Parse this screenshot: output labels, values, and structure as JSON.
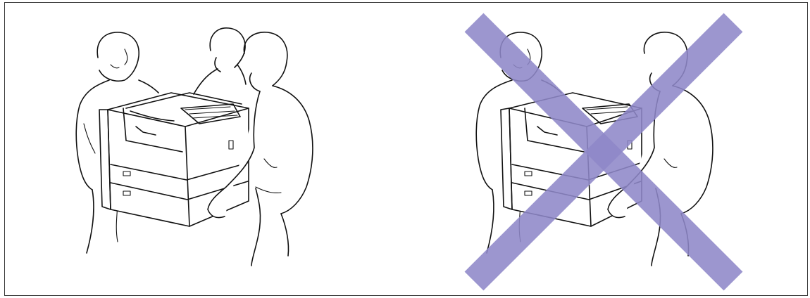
{
  "figure": {
    "panels": [
      {
        "id": "correct-lifting",
        "people_count": 3,
        "crossed_out": false
      },
      {
        "id": "incorrect-lifting",
        "people_count": 2,
        "crossed_out": true
      }
    ],
    "colors": {
      "line": "#111111",
      "frame": "#3a3a3a",
      "cross": "#8f88c9",
      "background": "#ffffff"
    }
  }
}
